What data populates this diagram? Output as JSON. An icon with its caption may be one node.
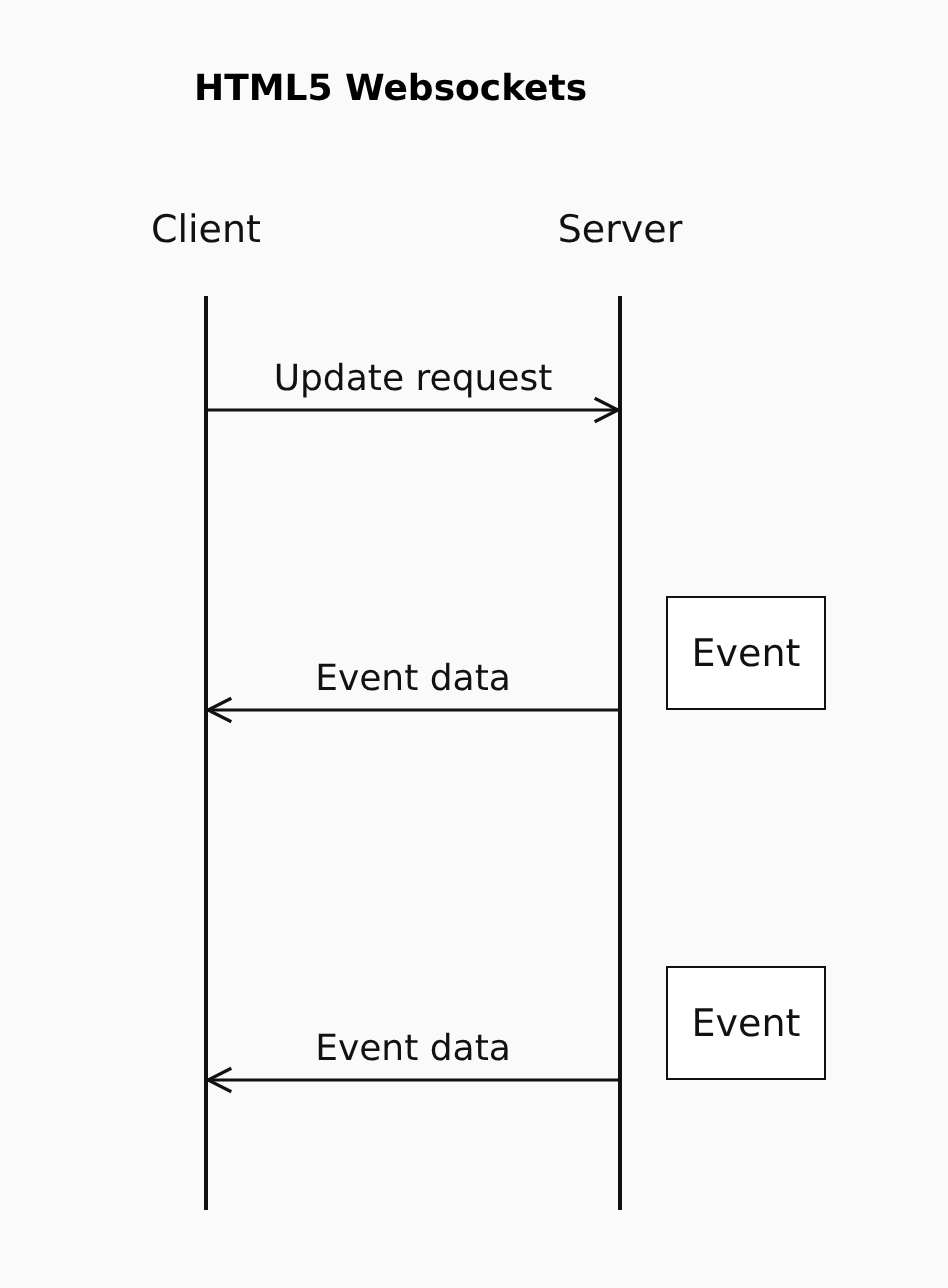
{
  "diagram": {
    "title": "HTML5 Websockets",
    "nodes": [
      {
        "text": [
          "Client"
        ]
      },
      {
        "text": [
          "Server"
        ]
      },
      {
        "text": [],
        "shape": "bar"
      },
      {
        "text": [],
        "shape": "bar"
      },
      {
        "text": [
          "Event"
        ]
      },
      {
        "text": [
          "Event"
        ]
      }
    ],
    "edges": [
      {
        "from": 2,
        "to": 3,
        "arrow": "to",
        "label": "Update request"
      },
      {
        "from": 3,
        "to": 2,
        "arrow": "to",
        "label": "Event data"
      },
      {
        "from": 3,
        "to": 2,
        "arrow": "to",
        "label": "Event data"
      }
    ]
  }
}
